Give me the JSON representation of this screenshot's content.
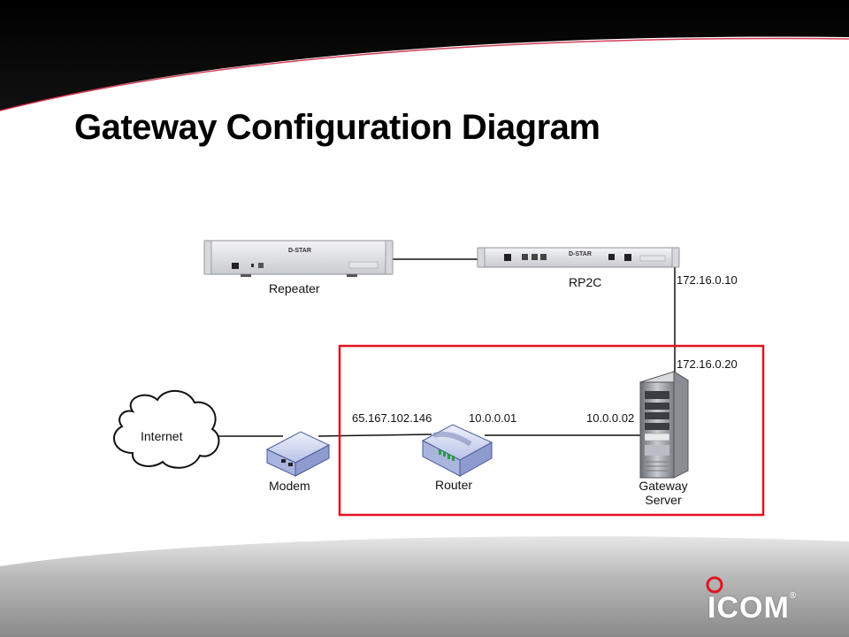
{
  "slide": {
    "title": "Gateway Configuration Diagram"
  },
  "devices": {
    "repeater": {
      "label": "Repeater",
      "front_text": "D-STAR",
      "icon": "rack-unit-icon"
    },
    "rp2c": {
      "label": "RP2C",
      "front_text": "D-STAR",
      "icon": "rack-unit-icon"
    },
    "internet": {
      "label": "Internet",
      "icon": "cloud-icon"
    },
    "modem": {
      "label": "Modem",
      "icon": "modem-icon"
    },
    "router": {
      "label": "Router",
      "icon": "router-icon"
    },
    "gateway_server": {
      "label_line1": "Gateway",
      "label_line2": "Server",
      "icon": "server-tower-icon"
    }
  },
  "addresses": {
    "rp2c_ip": "172.16.0.10",
    "server_rp2c_ip": "172.16.0.20",
    "wan_ip": "65.167.102.146",
    "router_lan_ip": "10.0.0.01",
    "server_lan_ip": "10.0.0.02"
  },
  "highlight": {
    "color": "#e0141e"
  },
  "brand": {
    "logo_text": "ICOM",
    "registered": "®",
    "accent_color": "#e0141e"
  }
}
